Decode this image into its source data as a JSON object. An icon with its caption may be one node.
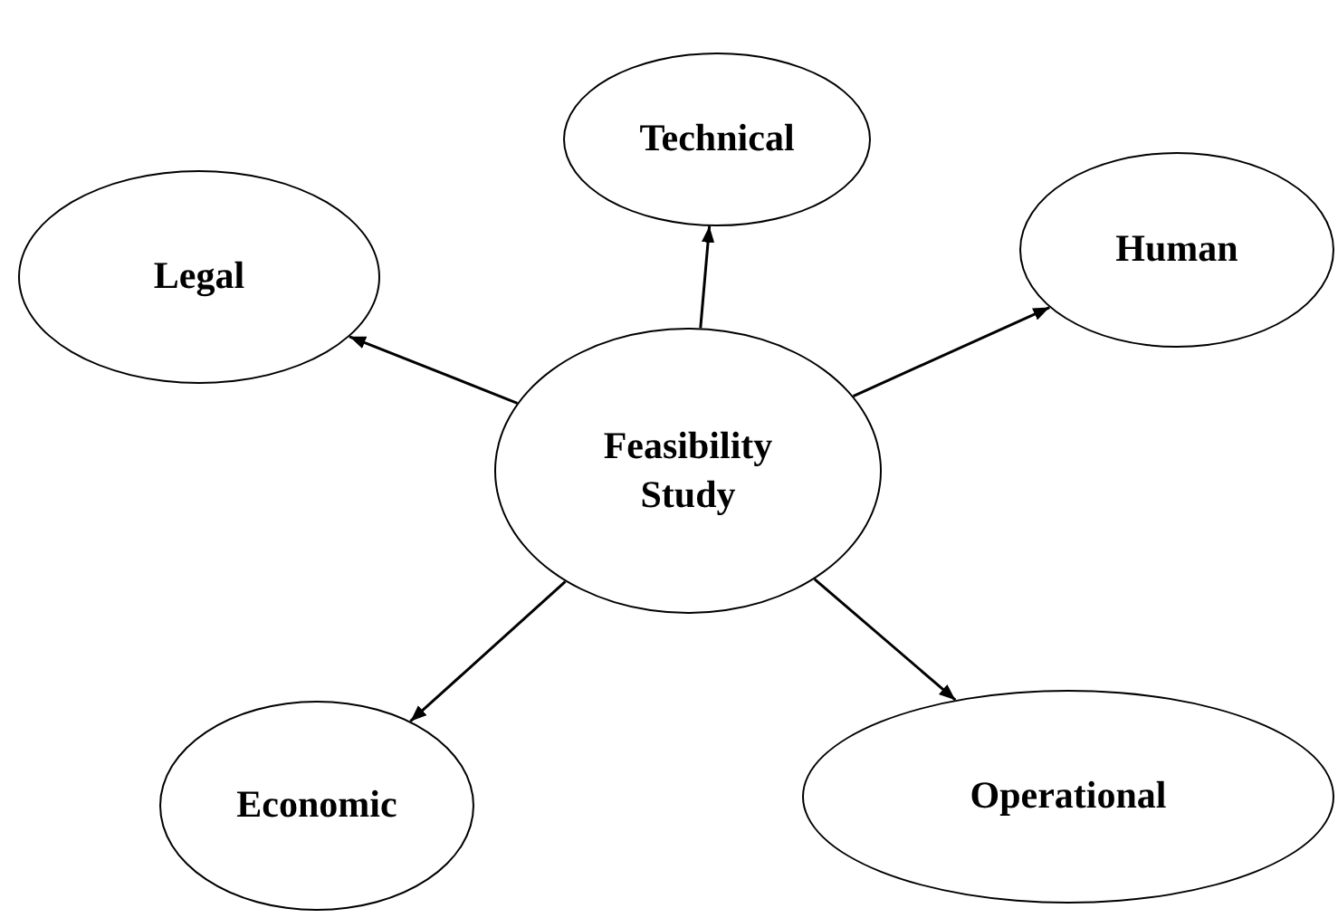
{
  "diagram": {
    "nodes": [
      {
        "text": [
          "Technical"
        ]
      },
      {
        "text": [
          "Legal"
        ]
      },
      {
        "text": [
          "Human"
        ]
      },
      {
        "text": [
          "Feasibility Study"
        ]
      },
      {
        "text": [
          "Economic"
        ]
      },
      {
        "text": [
          "Operational"
        ]
      }
    ],
    "edges": [
      {
        "from": 3,
        "to": 0,
        "arrow": "to"
      },
      {
        "from": 3,
        "to": 1,
        "arrow": "to"
      },
      {
        "from": 3,
        "to": 2,
        "arrow": "to"
      },
      {
        "from": 3,
        "to": 4,
        "arrow": "to"
      },
      {
        "from": 3,
        "to": 5,
        "arrow": "to"
      }
    ]
  }
}
